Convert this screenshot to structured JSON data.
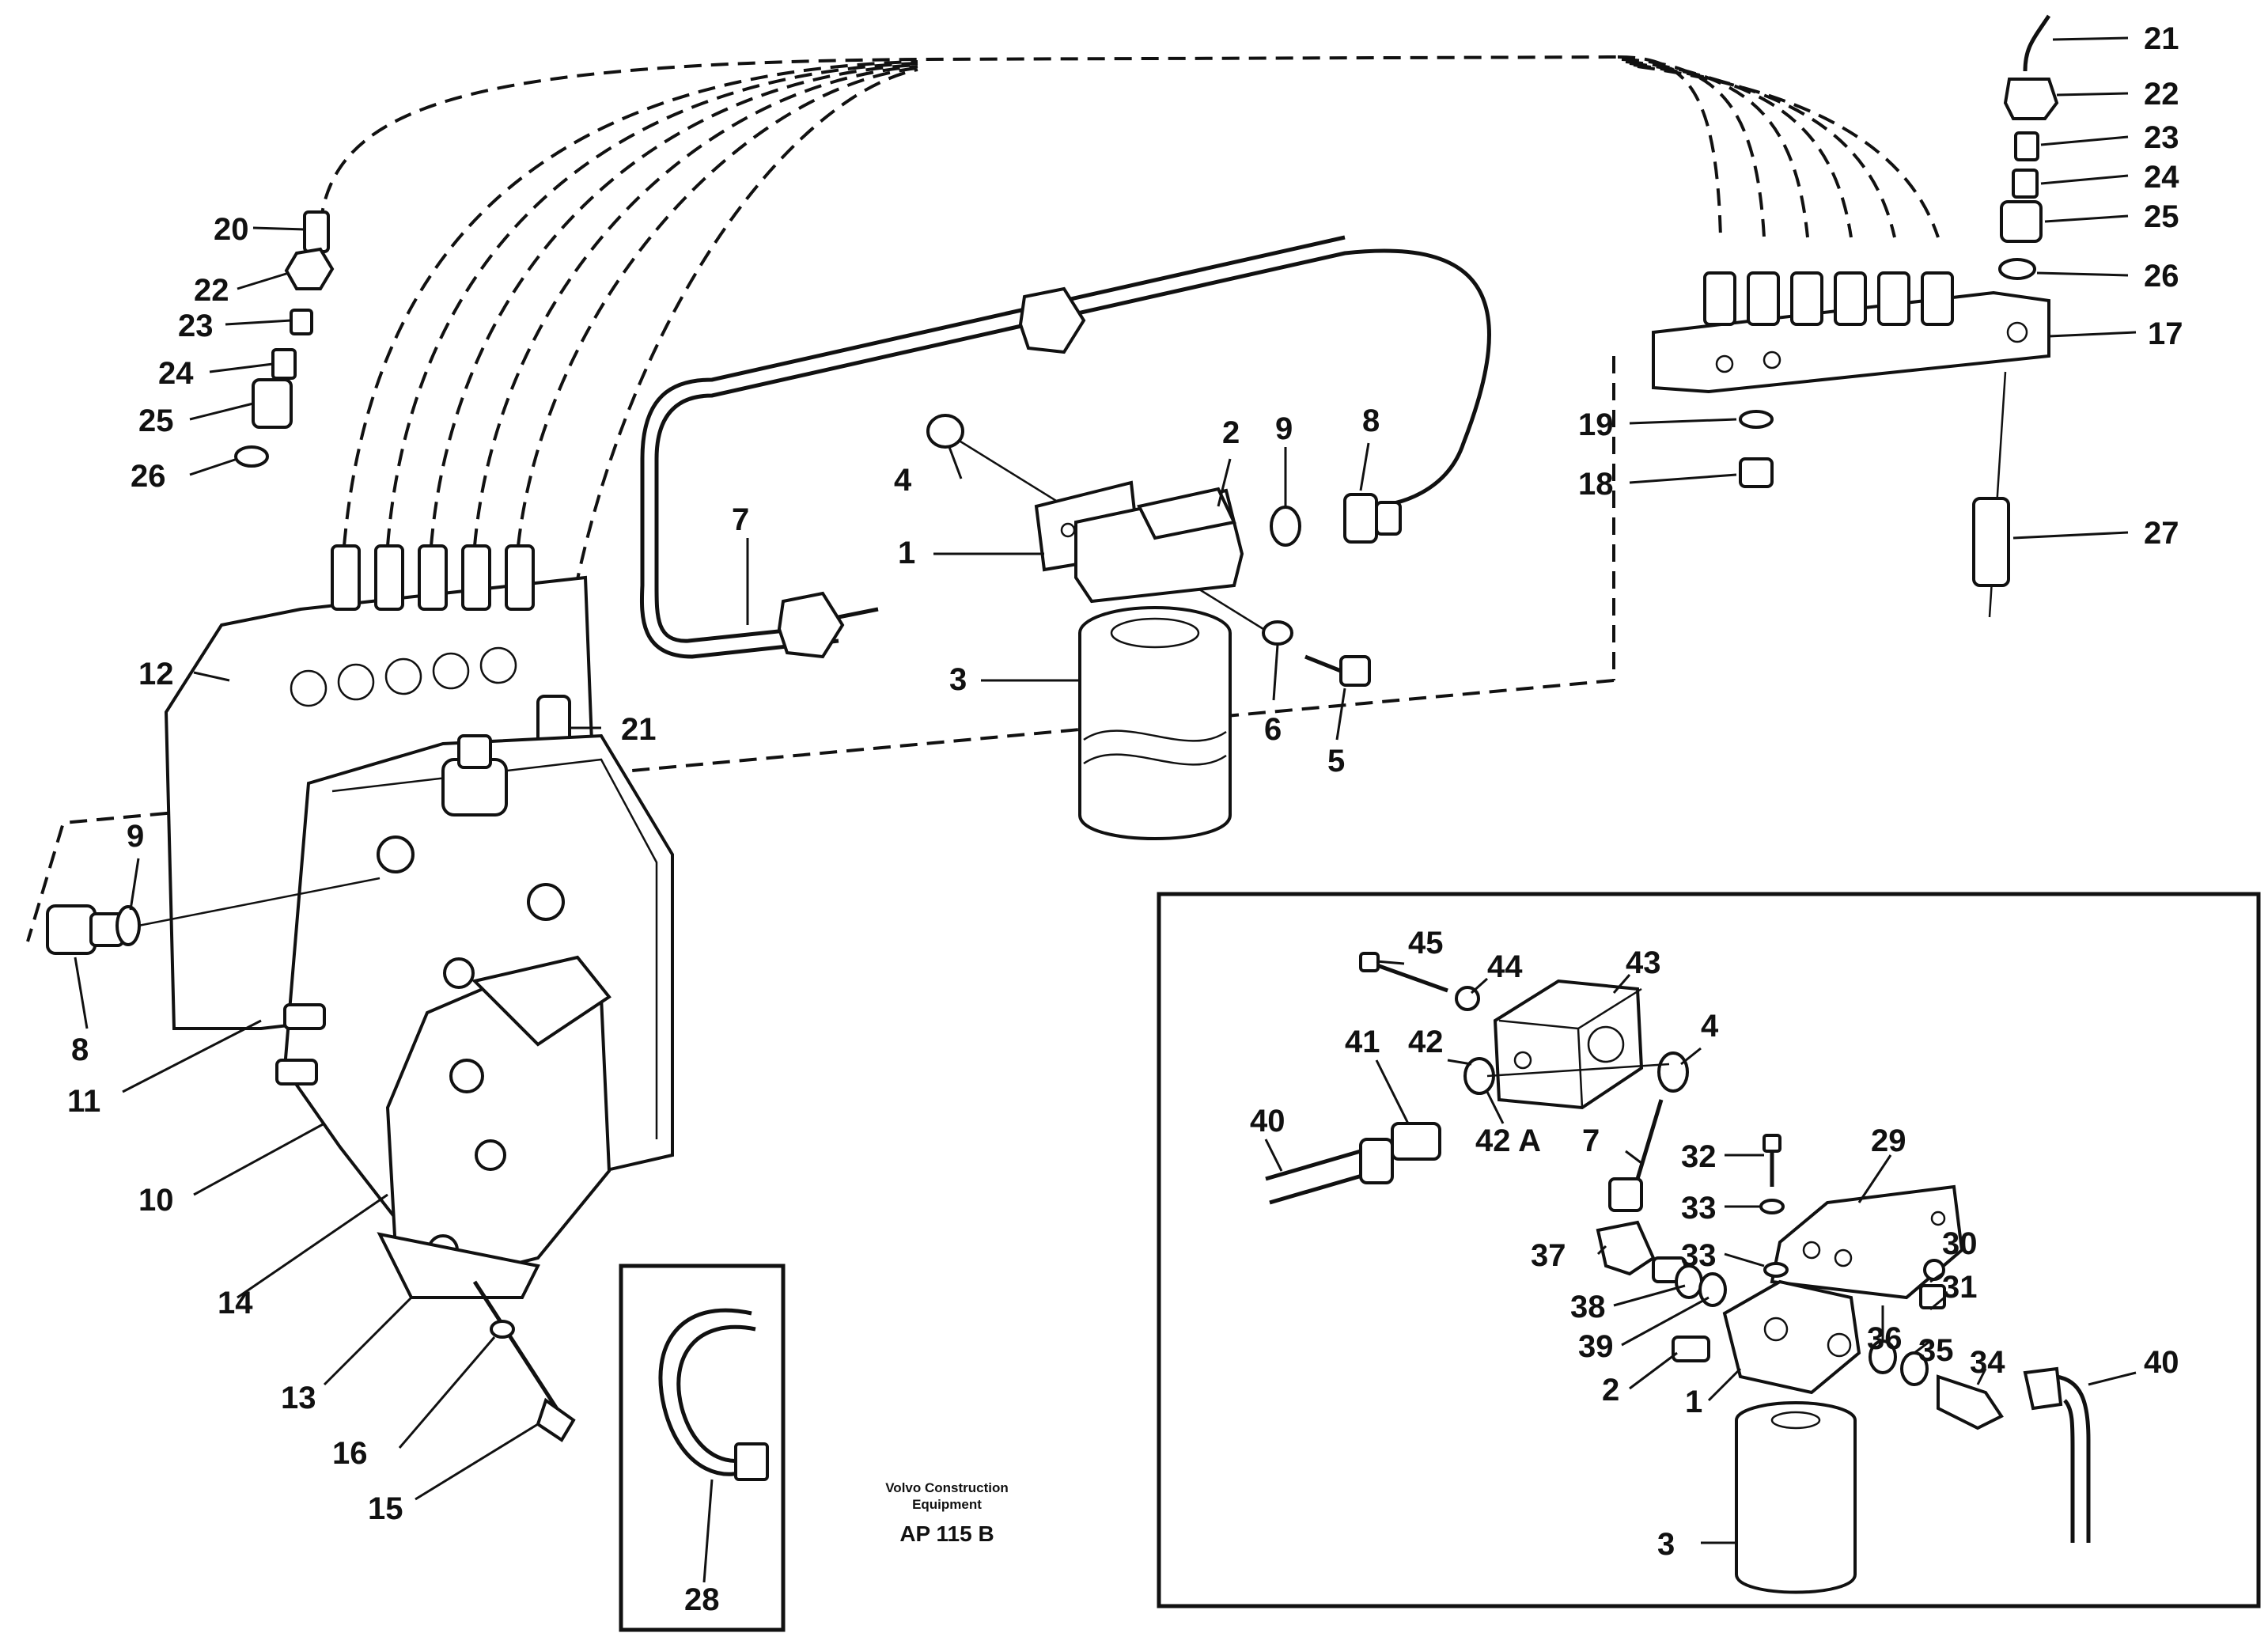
{
  "title": "",
  "caption": {
    "line1": "Volvo Construction",
    "line2": "Equipment",
    "code": "AP 115 B"
  },
  "labels": {
    "l1": "1",
    "l2": "2",
    "l3": "3",
    "l4": "4",
    "l5": "5",
    "l6": "6",
    "l7": "7",
    "l8": "8",
    "l9a": "9",
    "l9b": "9",
    "l8b": "8",
    "l10": "10",
    "l11": "11",
    "l12": "12",
    "l13": "13",
    "l14": "14",
    "l15": "15",
    "l16": "16",
    "l17": "17",
    "l18": "18",
    "l19": "19",
    "l20": "20",
    "l21a": "21",
    "l21b": "21",
    "l22a": "22",
    "l22b": "22",
    "l23a": "23",
    "l23b": "23",
    "l24a": "24",
    "l24b": "24",
    "l25a": "25",
    "l25b": "25",
    "l26a": "26",
    "l26b": "26",
    "l27": "27",
    "l28": "28",
    "i29": "29",
    "i30": "30",
    "i31": "31",
    "i32": "32",
    "i33a": "33",
    "i33b": "33",
    "i34": "34",
    "i35": "35",
    "i36": "36",
    "i37": "37",
    "i38": "38",
    "i39": "39",
    "i40a": "40",
    "i40b": "40",
    "i41": "41",
    "i42": "42",
    "i42a": "42 A",
    "i43": "43",
    "i44": "44",
    "i45": "45",
    "i4": "4",
    "i7": "7",
    "i2": "2",
    "i1": "1",
    "i3": "3"
  }
}
